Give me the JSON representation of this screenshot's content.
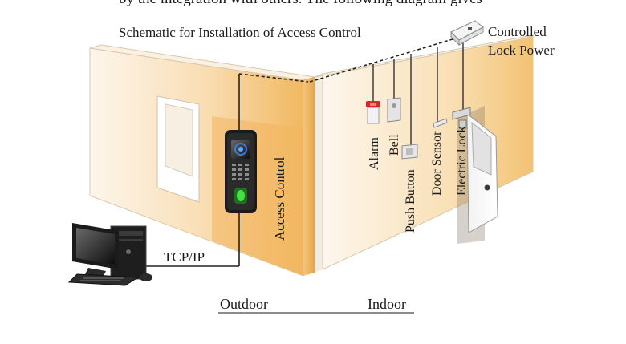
{
  "top_caption": "by the integration with others. The following diagram gives",
  "title": "Schematic for Installation of Access Control",
  "labels": {
    "controlled_lock_power_line1": "Controlled",
    "controlled_lock_power_line2": "Lock Power",
    "tcp_ip": "TCP/IP",
    "access_control": "Access Control",
    "alarm": "Alarm",
    "bell": "Bell",
    "push_button": "Push Button",
    "door_sensor": "Door Sensor",
    "electric_lock": "Electric Lock",
    "outdoor": "Outdoor",
    "indoor": "Indoor"
  },
  "colors": {
    "wall_light": "#fdf3e3",
    "wall_dark": "#f0b35a",
    "wire": "#222222",
    "alarm_red": "#d62828",
    "device_dark": "#1b1b1b"
  }
}
